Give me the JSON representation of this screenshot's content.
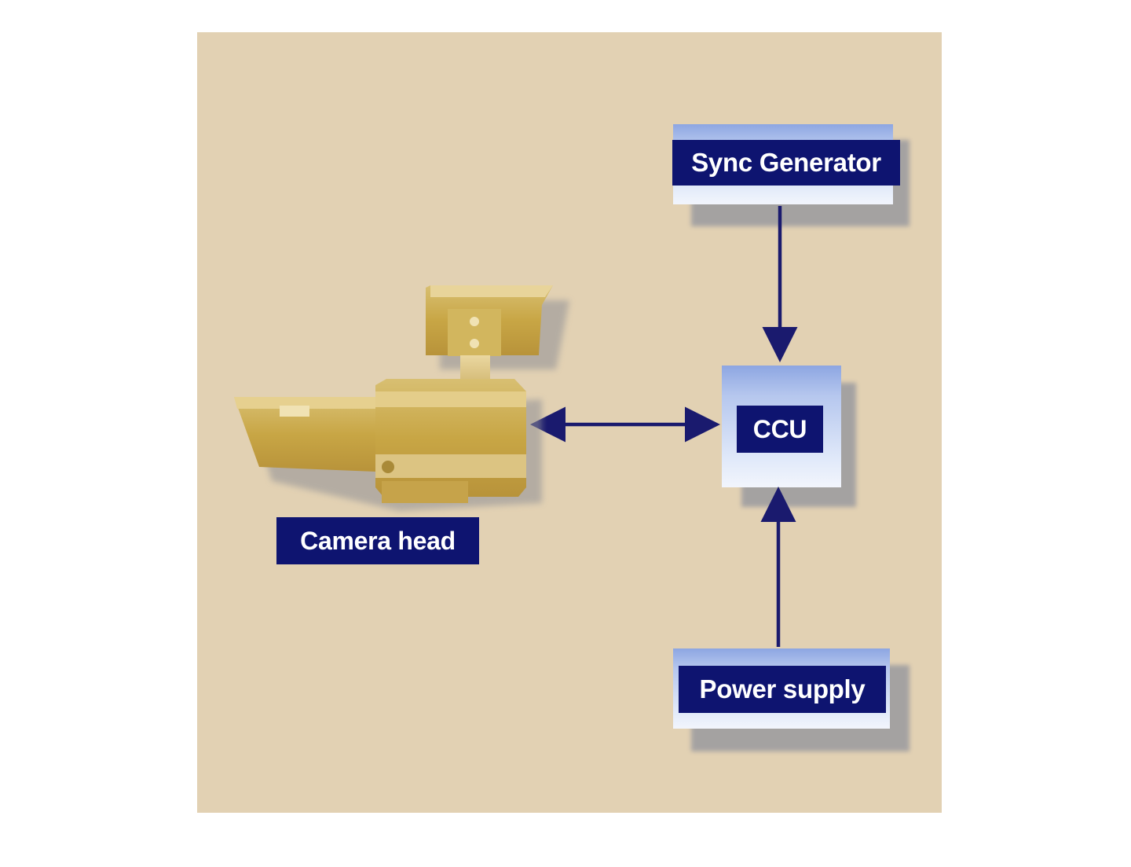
{
  "nodes": {
    "sync_generator": "Sync Generator",
    "ccu": "CCU",
    "camera_head": "Camera head",
    "power_supply": "Power supply"
  },
  "colors": {
    "background": "#e2d1b3",
    "label_fill": "#0e1470",
    "label_text": "#ffffff",
    "arrow": "#1a1a6e",
    "camera_gold": "#c9a94f"
  },
  "edges": [
    {
      "from": "Sync Generator",
      "to": "CCU",
      "direction": "one-way"
    },
    {
      "from": "Power supply",
      "to": "CCU",
      "direction": "one-way"
    },
    {
      "from": "Camera head",
      "to": "CCU",
      "direction": "two-way"
    }
  ],
  "icons": {
    "camera": "video-camera-icon"
  }
}
